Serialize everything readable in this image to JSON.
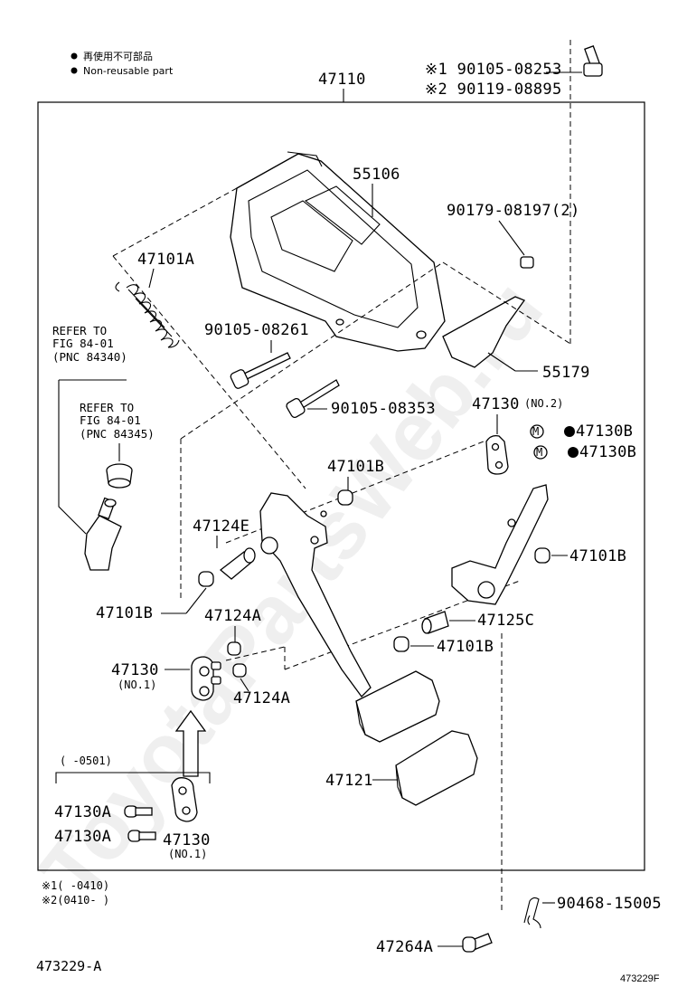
{
  "legend": {
    "line1": "再使用不可部品",
    "line2": "Non-reusable part"
  },
  "watermark": "ToyotaPartsWeb.ru",
  "header": {
    "assembly": "47110",
    "bolt1": "※1 90105-08253",
    "bolt2": "※2 90119-08895"
  },
  "labels": {
    "p55106": "55106",
    "p90179": "90179-08197(2)",
    "p47101A": "47101A",
    "p90105_08261": "90105-08261",
    "p90105_08353": "90105-08353",
    "p55179": "55179",
    "p47130_no2": "47130",
    "p47130_no2_sub": "(NO.2)",
    "p47130B_1": "47130B",
    "p47130B_2": "47130B",
    "p47101B_top": "47101B",
    "p47124E": "47124E",
    "p47101B_right": "47101B",
    "p47101B_left": "47101B",
    "p47124A_1": "47124A",
    "p47125C": "47125C",
    "p47130_no1": "47130",
    "p47130_no1_sub": "(NO.1)",
    "p47101B_low": "47101B",
    "p47124A_2": "47124A",
    "p47121": "47121",
    "p47130A_1": "47130A",
    "p47130A_2": "47130A",
    "p47130_no1b": "47130",
    "p47130_no1b_sub": "(NO.1)",
    "p90468": "90468-15005",
    "p47264A": "47264A"
  },
  "refs": {
    "ref1_line1": "REFER TO",
    "ref1_line2": "FIG 84-01",
    "ref1_line3": "(PNC 84340)",
    "ref2_line1": "REFER TO",
    "ref2_line2": "FIG 84-01",
    "ref2_line3": "(PNC 84345)"
  },
  "bracket_note": "(      -0501)",
  "footnotes": {
    "note1": "※1(      -0410)",
    "note2": "※2(0410-      )"
  },
  "footer": {
    "code_left": "473229-A",
    "code_right": "473229F"
  }
}
